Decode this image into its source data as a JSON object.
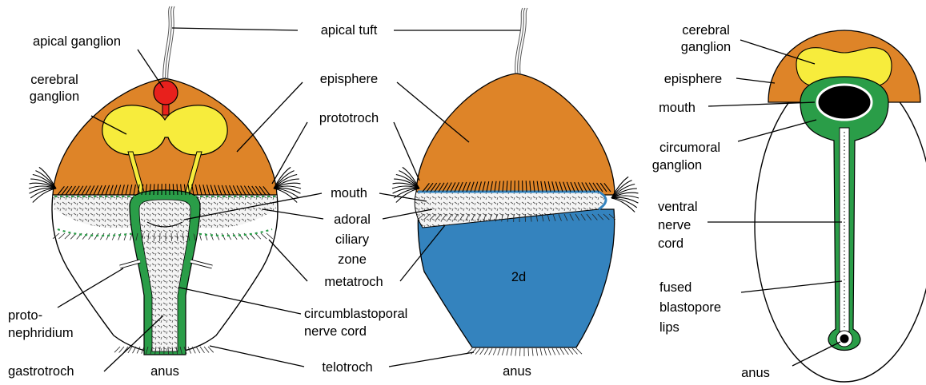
{
  "colors": {
    "episphere": "#DE8428",
    "ganglion_yellow": "#F7EC3C",
    "apical_red": "#E8201C",
    "nerve_green": "#2A9D48",
    "blastomere_2d_blue": "#3483BE",
    "cilia_zone": "#F4F4F4",
    "outline": "#000000"
  },
  "left_panel": {
    "labels": {
      "apical_ganglion": "apical ganglion",
      "cerebral_ganglion": [
        "cerebral",
        "ganglion"
      ],
      "episphere": "episphere",
      "prototroch": "prototroch",
      "mouth": "mouth",
      "adoral_ciliary_zone": [
        "adoral",
        "ciliary",
        "zone"
      ],
      "metatroch": "metatroch",
      "protonephridium": [
        "proto-",
        "nephridium"
      ],
      "circumblastoporal_nerve_cord": [
        "circumblastoporal",
        "nerve cord"
      ],
      "gastrotroch": "gastrotroch",
      "anus": "anus",
      "telotroch": "telotroch",
      "apical_tuft": "apical tuft"
    }
  },
  "middle_panel": {
    "blastomere_label": "2d",
    "anus": "anus"
  },
  "right_panel": {
    "labels": {
      "cerebral_ganglion": [
        "cerebral",
        "ganglion"
      ],
      "episphere": "episphere",
      "mouth": "mouth",
      "circumoral_ganglion": [
        "circumoral",
        "ganglion"
      ],
      "ventral_nerve_cord": [
        "ventral",
        "nerve",
        "cord"
      ],
      "fused_blastopore_lips": [
        "fused",
        "blastopore",
        "lips"
      ],
      "anus": "anus"
    }
  }
}
